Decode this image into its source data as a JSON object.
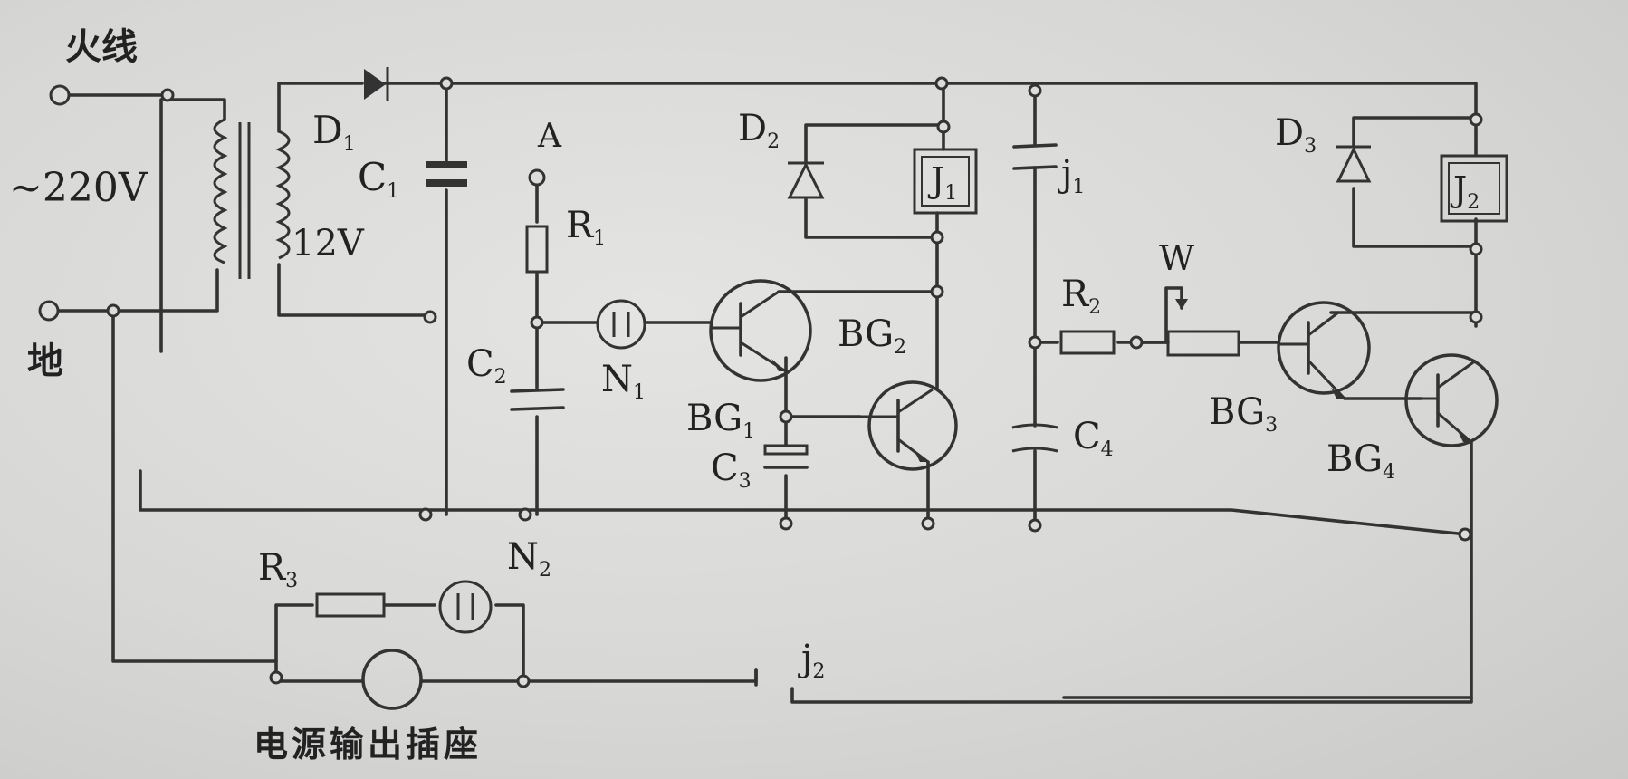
{
  "labels": {
    "live": "火线",
    "ground": "地",
    "mains": "~220V",
    "secondary": "12V",
    "d1": "D",
    "d1_sub": "1",
    "d2": "D",
    "d2_sub": "2",
    "d3": "D",
    "d3_sub": "3",
    "c1": "C",
    "c1_sub": "1",
    "c2": "C",
    "c2_sub": "2",
    "c3": "C",
    "c3_sub": "3",
    "c4": "C",
    "c4_sub": "4",
    "a": "A",
    "r1": "R",
    "r1_sub": "1",
    "r2": "R",
    "r2_sub": "2",
    "r3": "R",
    "r3_sub": "3",
    "n1": "N",
    "n1_sub": "1",
    "n2": "N",
    "n2_sub": "2",
    "bg1": "BG",
    "bg1_sub": "1",
    "bg2": "BG",
    "bg2_sub": "2",
    "bg3": "BG",
    "bg3_sub": "3",
    "bg4": "BG",
    "bg4_sub": "4",
    "relay1": "J",
    "relay1_sub": "1",
    "relay2": "J",
    "relay2_sub": "2",
    "contact1": "j",
    "contact1_sub": "1",
    "contact2": "j",
    "contact2_sub": "2",
    "pot": "W",
    "socket": "电源输出插座"
  },
  "colors": {
    "ink": "#333333",
    "paper": "#dcdcda"
  }
}
